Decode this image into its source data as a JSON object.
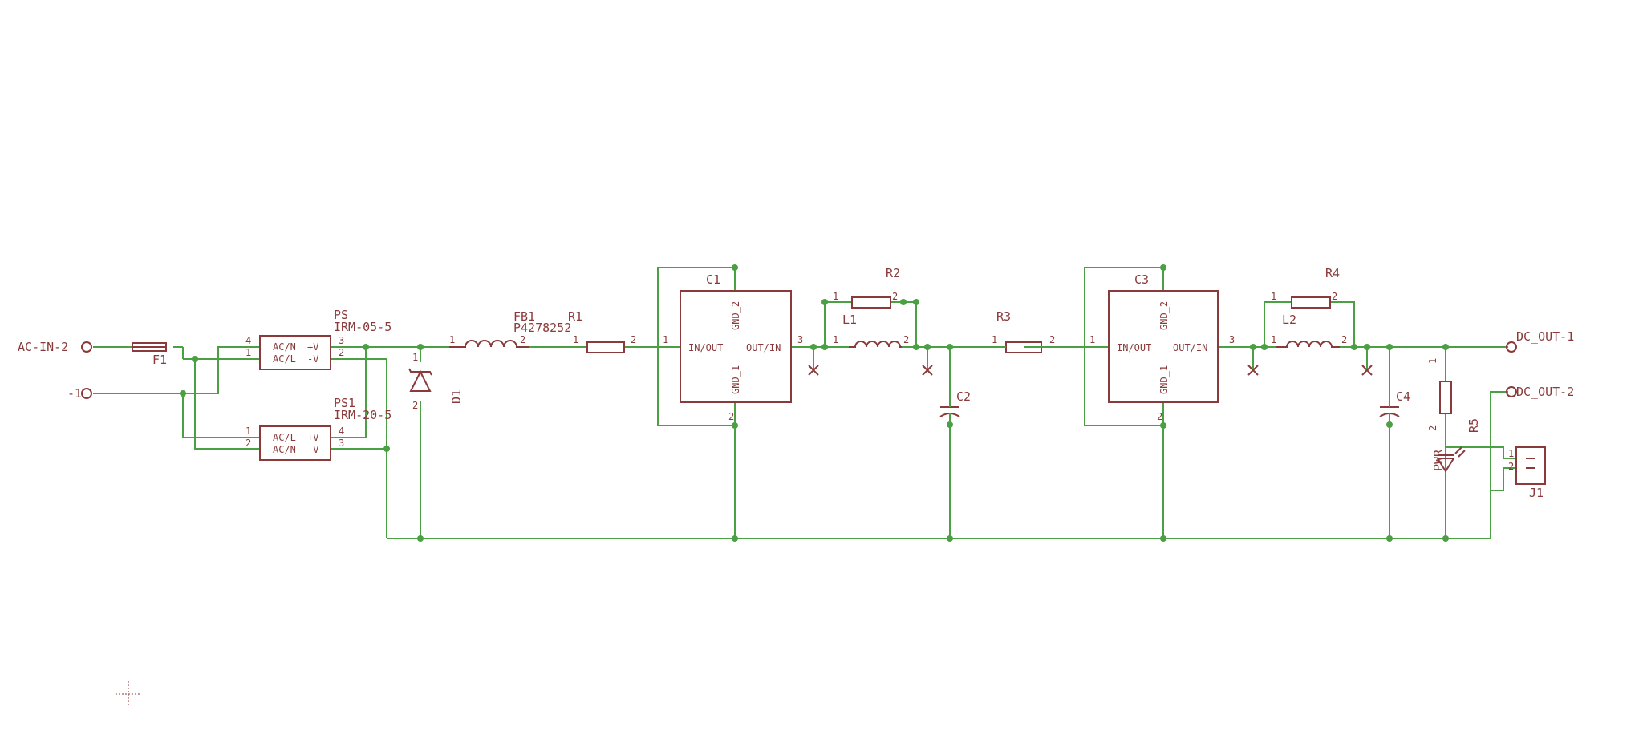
{
  "schematic": {
    "connectors": {
      "ac_in_2": "AC-IN-2",
      "ac_in_1": "-1",
      "dc_out_1": "DC_OUT-1",
      "dc_out_2": "DC_OUT-2"
    },
    "parts": {
      "fuse": "F1",
      "ps": {
        "name": "PS",
        "value": "IRM-05-5",
        "pin_ac_n": "AC/N",
        "pin_ac_l": "AC/L",
        "pin_pos": "+V",
        "pin_neg": "-V"
      },
      "ps1": {
        "name": "PS1",
        "value": "IRM-20-5",
        "pin_ac_l": "AC/L",
        "pin_ac_n": "AC/N",
        "pin_pos": "+V",
        "pin_neg": "-V"
      },
      "d1": "D1",
      "fb1": {
        "name": "FB1",
        "value": "P4278252"
      },
      "r1": "R1",
      "c1": {
        "name": "C1",
        "pin_in": "IN/OUT",
        "pin_out": "OUT/IN",
        "pin_gnd1": "GND_1",
        "pin_gnd2": "GND_2"
      },
      "r2": "R2",
      "l1": "L1",
      "c2": "C2",
      "r3": "R3",
      "c3": {
        "name": "C3",
        "pin_in": "IN/OUT",
        "pin_out": "OUT/IN",
        "pin_gnd1": "GND_1",
        "pin_gnd2": "GND_2"
      },
      "r4": "R4",
      "l2": "L2",
      "c4": "C4",
      "r5": "R5",
      "pwr": "PWR",
      "j1": "J1"
    },
    "pin_numbers": {
      "p1": "1",
      "p2": "2",
      "p3": "3",
      "p4": "4"
    },
    "colors": {
      "wire": "#4aa043",
      "part": "#8a3a3a",
      "background": "#ffffff"
    }
  }
}
